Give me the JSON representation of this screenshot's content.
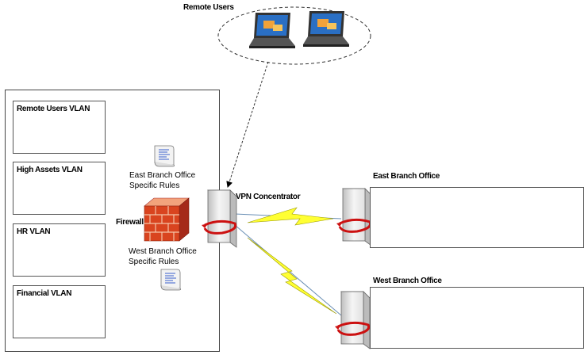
{
  "diagram": {
    "remote_users": {
      "label": "Remote Users"
    },
    "vlans": [
      {
        "label": "Remote Users VLAN"
      },
      {
        "label": "High Assets VLAN"
      },
      {
        "label": "HR VLAN"
      },
      {
        "label": "Financial VLAN"
      }
    ],
    "firewall": {
      "label": "Firewall"
    },
    "east_rules": {
      "label": "East Branch Office\nSpecific Rules"
    },
    "west_rules": {
      "label": "West Branch Office\nSpecific Rules"
    },
    "vpn_concentrator": {
      "label": "VPN Concentrator"
    },
    "east_branch": {
      "label": "East Branch Office"
    },
    "west_branch": {
      "label": "West Branch Office"
    }
  }
}
